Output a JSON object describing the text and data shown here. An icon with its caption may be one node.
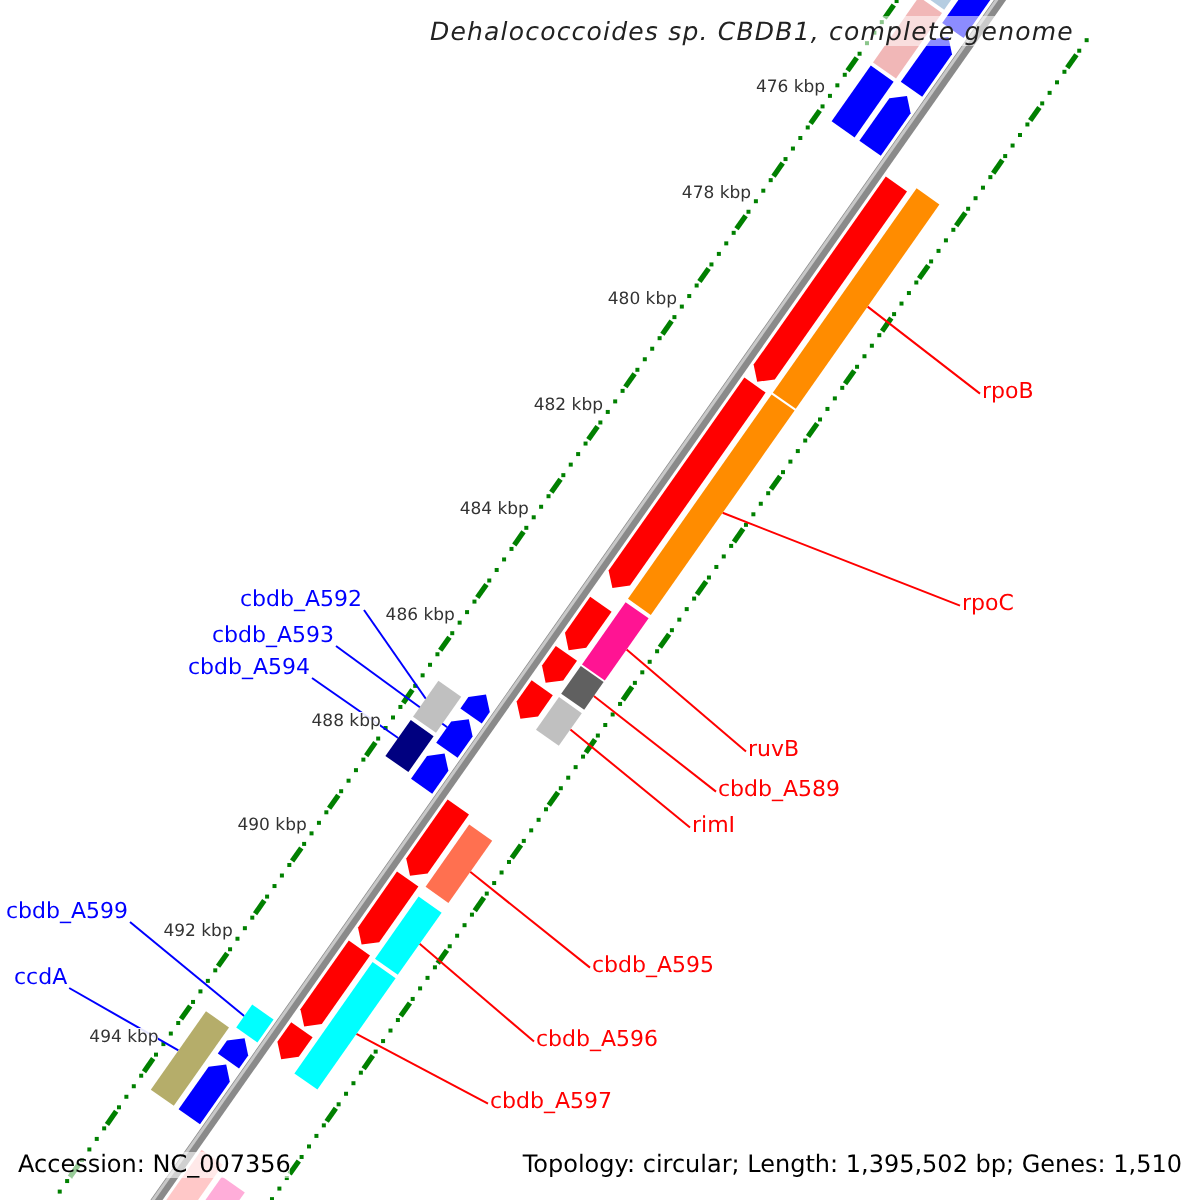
{
  "diagram": {
    "title": "Dehalococcoides sp. CBDB1, complete genome",
    "nodes": [
      {
        "text": [
          "rpoB"
        ]
      },
      {
        "text": [
          "rpoC"
        ]
      },
      {
        "text": [
          "ruvB"
        ]
      },
      {
        "text": [
          "cbdb_A589"
        ]
      },
      {
        "text": [
          "rimI"
        ]
      },
      {
        "text": [
          "cbdb_A592"
        ]
      },
      {
        "text": [
          "cbdb_A593"
        ]
      },
      {
        "text": [
          "cbdb_A594"
        ]
      },
      {
        "text": [
          "cbdb_A595"
        ]
      },
      {
        "text": [
          "cbdb_A596"
        ]
      },
      {
        "text": [
          "cbdb_A597"
        ]
      },
      {
        "text": [
          "cbdb_A599"
        ]
      },
      {
        "text": [
          "ccdA"
        ]
      },
      {
        "text": [],
        "shape": "bar"
      },
      {
        "text": [],
        "shape": "bar"
      },
      {
        "text": [],
        "shape": "bar"
      },
      {
        "text": [],
        "shape": "bar"
      },
      {
        "text": [],
        "shape": "bar"
      },
      {
        "text": [],
        "shape": "bar"
      },
      {
        "text": [],
        "shape": "pentagon"
      },
      {
        "text": [],
        "shape": "bar"
      },
      {
        "text": [],
        "shape": "bar"
      },
      {
        "text": [],
        "shape": "bar"
      },
      {
        "text": [],
        "shape": "bar"
      },
      {
        "text": [],
        "shape": "bar"
      },
      {
        "text": [],
        "shape": "bar"
      },
      {
        "text": [],
        "shape": "pentagon"
      },
      {
        "text": [],
        "shape": "pentagon"
      },
      {
        "text": [],
        "shape": "pentagon"
      },
      {
        "text": [],
        "shape": "pentagon"
      },
      {
        "text": [],
        "shape": "pentagon"
      },
      {
        "text": [],
        "shape": "pentagon"
      },
      {
        "text": [],
        "shape": "pentagon"
      },
      {
        "text": [],
        "shape": "pentagon"
      },
      {
        "text": [],
        "shape": "pentagon"
      },
      {
        "text": [],
        "shape": "pentagon"
      },
      {
        "text": [],
        "shape": "pentagon"
      },
      {
        "text": [],
        "shape": "pentagon"
      },
      {
        "text": [],
        "shape": "pentagon"
      },
      {
        "text": [],
        "shape": "pentagon"
      },
      {
        "text": [],
        "shape": "pentagon"
      },
      {
        "text": [],
        "shape": "pentagon"
      },
      {
        "text": [],
        "shape": "bar"
      },
      {
        "text": [],
        "shape": "bar"
      },
      {
        "text": [],
        "shape": "bar"
      },
      {
        "text": [],
        "shape": "pentagon"
      },
      {
        "text": [],
        "shape": "bar"
      }
    ],
    "edges": [
      {
        "from": 0,
        "to": 13,
        "arrow": "none"
      },
      {
        "from": 1,
        "to": 14,
        "arrow": "none"
      },
      {
        "from": 2,
        "to": 15,
        "arrow": "none"
      },
      {
        "from": 3,
        "to": 16,
        "arrow": "none"
      },
      {
        "from": 4,
        "to": 17,
        "arrow": "none"
      },
      {
        "from": 5,
        "to": 18,
        "arrow": "none",
        "color": "#0000ff"
      },
      {
        "from": 6,
        "to": 19,
        "arrow": "none",
        "color": "#0000ff"
      },
      {
        "from": 7,
        "to": 20,
        "arrow": "none",
        "color": "#0000ff"
      },
      {
        "from": 8,
        "to": 21,
        "arrow": "none"
      },
      {
        "from": 9,
        "to": 22,
        "arrow": "none"
      },
      {
        "from": 10,
        "to": 23,
        "arrow": "none"
      },
      {
        "from": 11,
        "to": 24,
        "arrow": "none",
        "color": "#0000ff"
      },
      {
        "from": 12,
        "to": 25,
        "arrow": "none",
        "color": "#0000ff"
      }
    ],
    "labels": [
      "476 kbp",
      "478 kbp",
      "480 kbp",
      "482 kbp",
      "484 kbp",
      "486 kbp",
      "488 kbp",
      "490 kbp",
      "492 kbp",
      "494 kbp",
      "Accession: NC_007356",
      "Topology: circular; Length: 1,395,502 bp; Genes: 1,510"
    ]
  }
}
